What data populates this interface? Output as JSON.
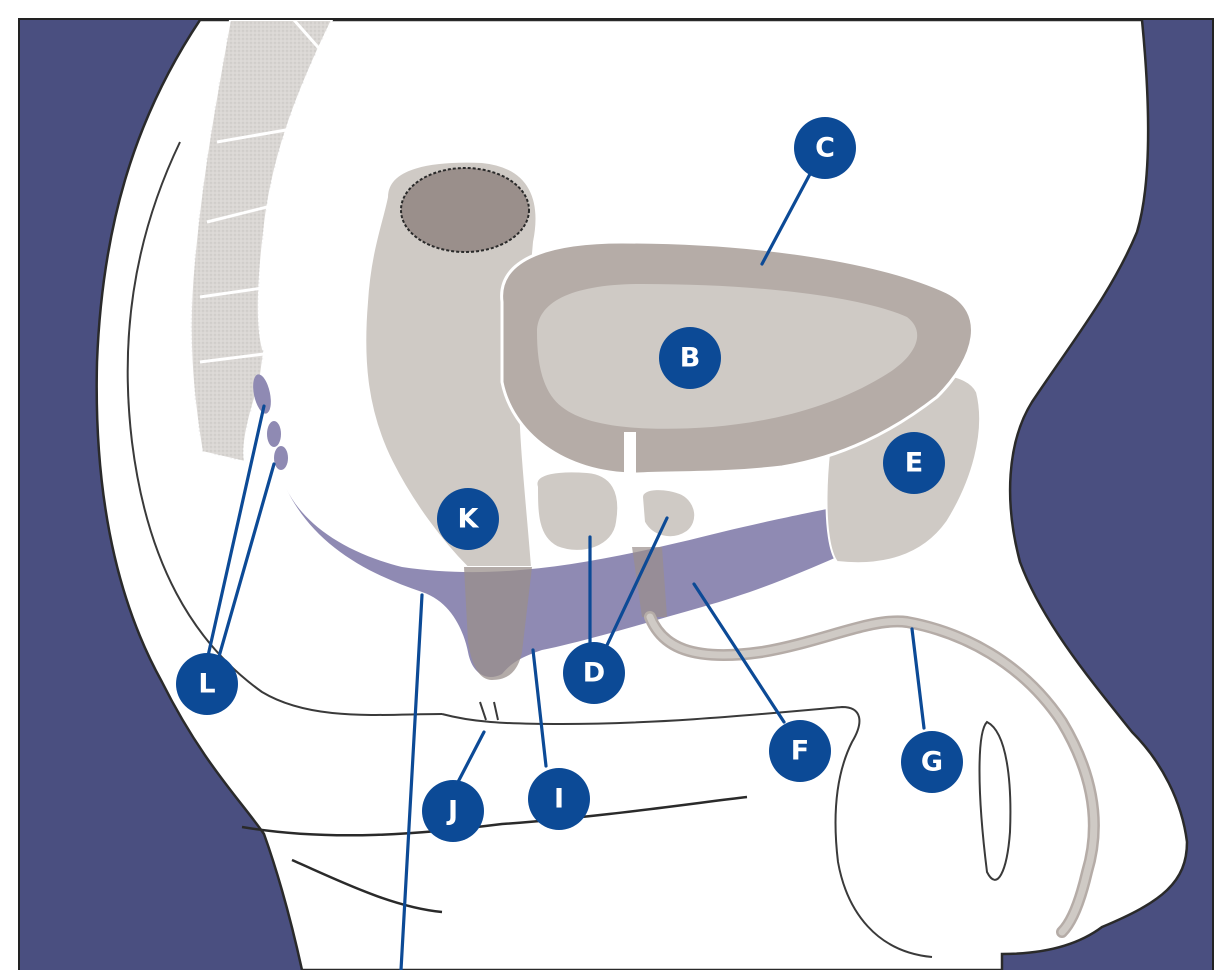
{
  "colors": {
    "background": "#4a4f80",
    "body": "#ffffff",
    "outline": "#2a2a2a",
    "spine": "#dad7d4",
    "organ_light": "#cfcac5",
    "organ_mid": "#b5aca7",
    "organ_dark": "#9a8f8b",
    "pelvic_floor": "#8f8ab3",
    "marker": "#0c4a96",
    "marker_text": "#ffffff"
  },
  "labels": {
    "B": "B",
    "C": "C",
    "D": "D",
    "E": "E",
    "F": "F",
    "G": "G",
    "I": "I",
    "J": "J",
    "K": "K",
    "L": "L"
  }
}
